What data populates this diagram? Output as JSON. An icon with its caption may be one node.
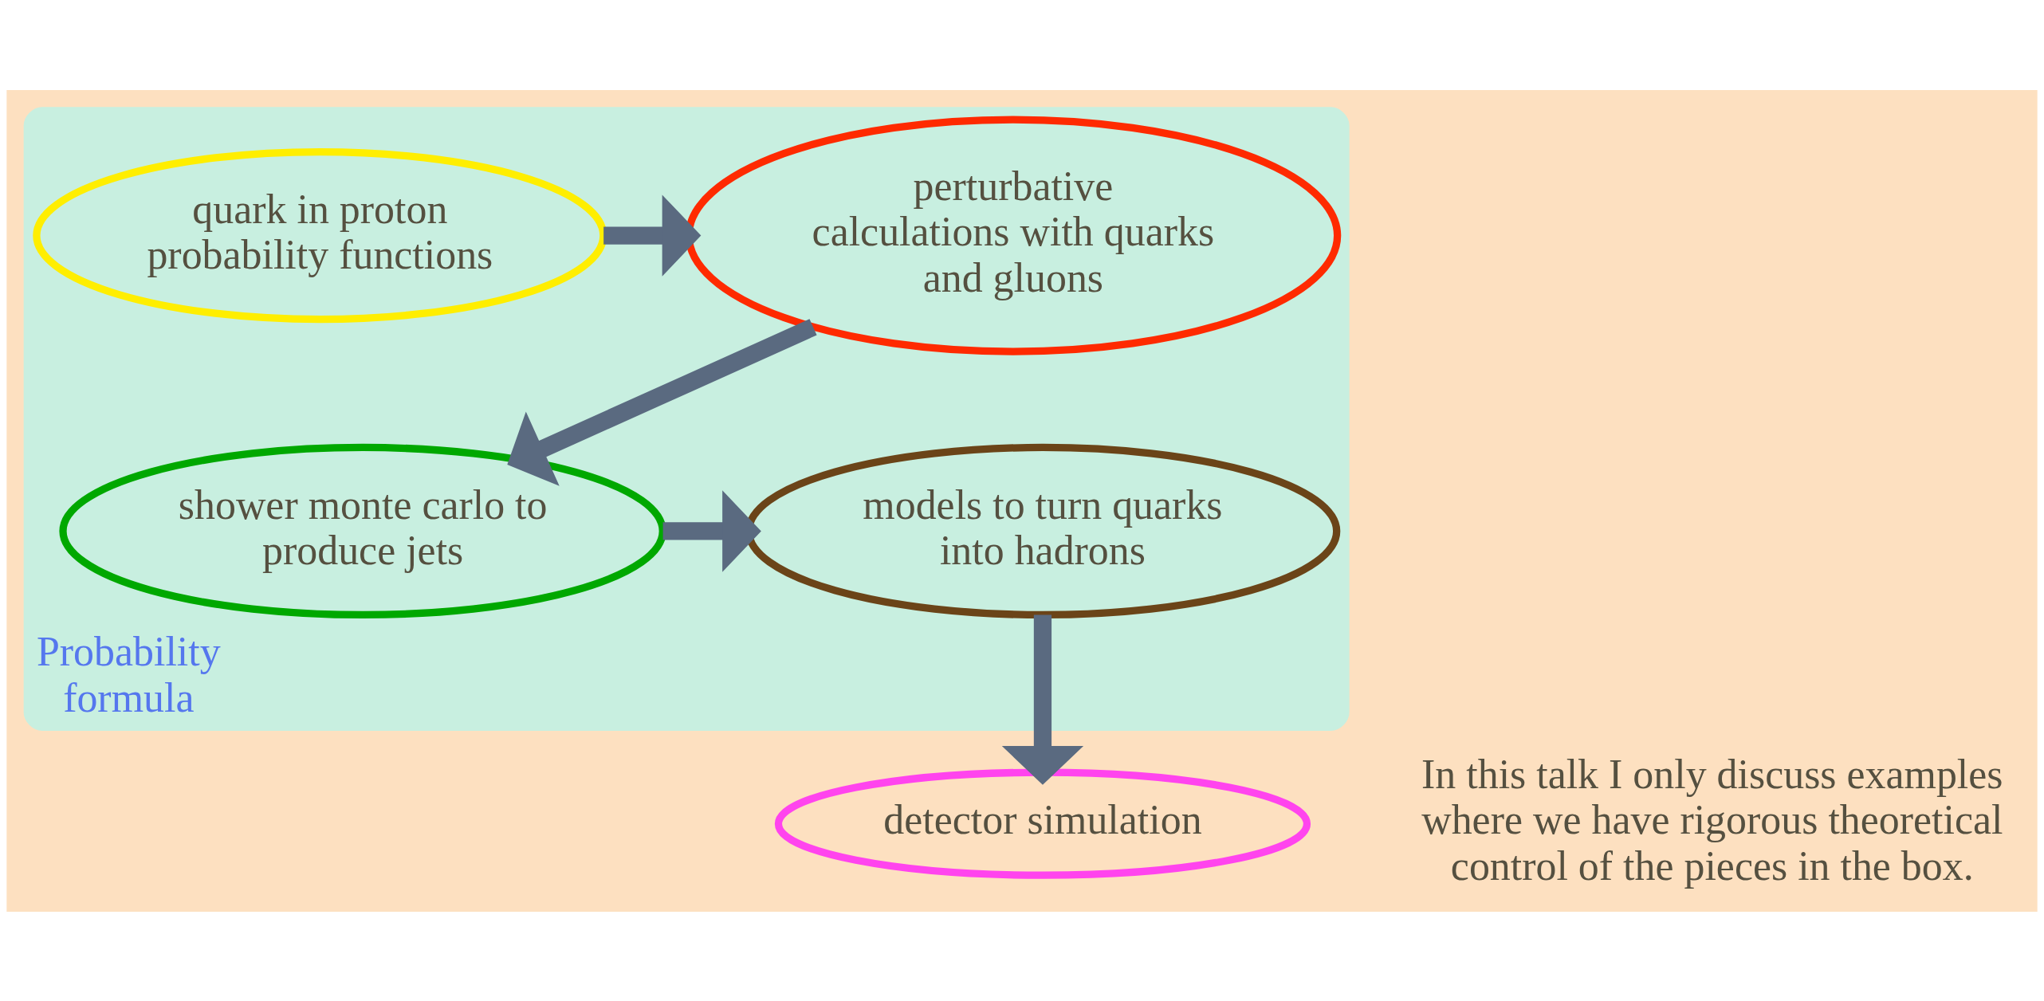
{
  "diagram": {
    "nodes": [
      {
        "text": [
          "Probability formula"
        ]
      },
      {
        "text": [
          "quark in proton probability functions"
        ],
        "in": 0
      },
      {
        "text": [
          "perturbative calculations with quarks and gluons"
        ],
        "in": 0
      },
      {
        "text": [
          "shower monte carlo to produce jets"
        ],
        "in": 0
      },
      {
        "text": [
          "models to turn quarks into hadrons"
        ],
        "in": 0
      },
      {
        "text": [
          "detector simulation"
        ]
      }
    ],
    "edges": [
      {
        "from": 1,
        "to": 2,
        "arrow": "to"
      },
      {
        "from": 2,
        "to": 3,
        "arrow": "to"
      },
      {
        "from": 3,
        "to": 4,
        "arrow": "to"
      },
      {
        "from": 4,
        "to": 5,
        "arrow": "to"
      }
    ],
    "labels": [
      "In this talk I only discuss examples where we have rigorous theoretical control of the pieces in the box."
    ]
  }
}
